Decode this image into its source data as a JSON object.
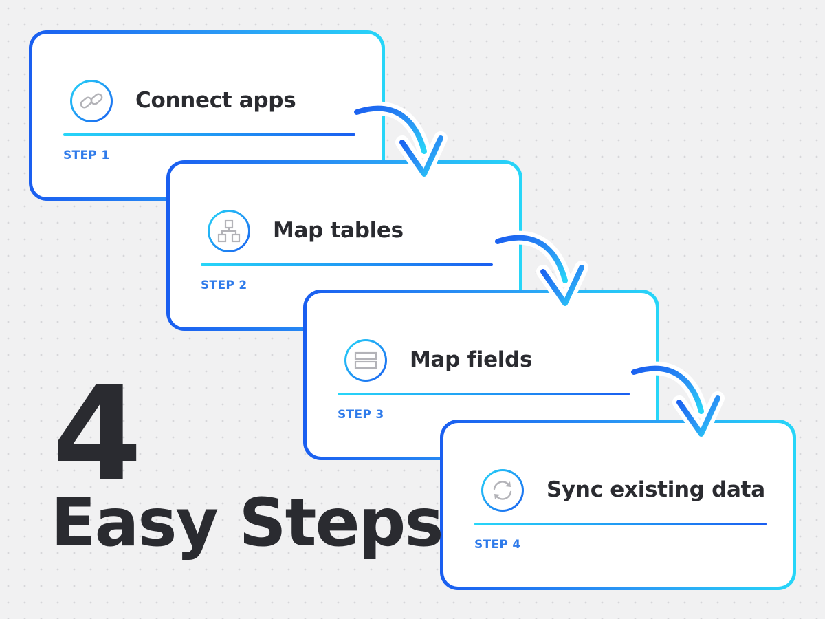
{
  "headline": {
    "number": "4",
    "text": "Easy Steps"
  },
  "steps": [
    {
      "title": "Connect apps",
      "label": "STEP 1",
      "icon": "link-icon"
    },
    {
      "title": "Map tables",
      "label": "STEP 2",
      "icon": "hierarchy-icon"
    },
    {
      "title": "Map fields",
      "label": "STEP 3",
      "icon": "fields-icon"
    },
    {
      "title": "Sync existing data",
      "label": "STEP 4",
      "icon": "sync-icon"
    }
  ],
  "colors": {
    "gradient_start": "#1a5ef0",
    "gradient_end": "#27d6f8",
    "title_text": "#2a2b30",
    "step_label": "#2f7bea",
    "icon_gray": "#b3b3b8"
  }
}
